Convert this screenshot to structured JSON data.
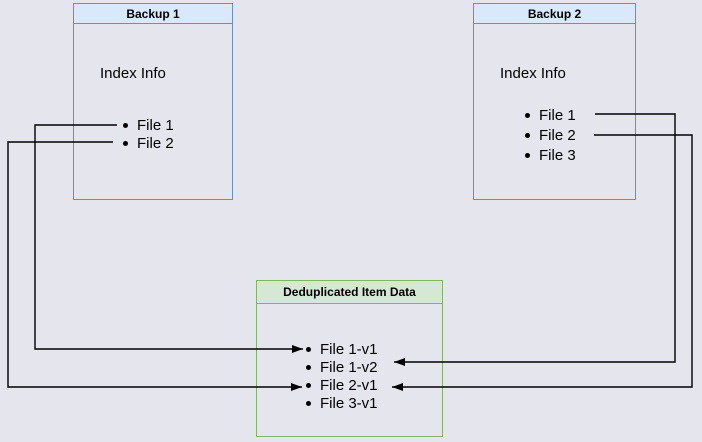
{
  "diagram": {
    "background_color": "#e5e5ee",
    "boxes": {
      "backup1": {
        "title": "Backup 1",
        "body_label": "Index Info",
        "items": [
          "File 1",
          "File 2"
        ],
        "header_fill": "#dae8fc",
        "stroke": "#6c8ebf"
      },
      "backup2": {
        "title": "Backup 2",
        "body_label": "Index Info",
        "items": [
          "File 1",
          "File 2",
          "File 3"
        ],
        "header_fill": "#dae8fc",
        "stroke": "#6c8ebf"
      },
      "dedup": {
        "title": "Deduplicated Item Data",
        "items": [
          "File 1-v1",
          "File 1-v2",
          "File 2-v1",
          "File 3-v1"
        ],
        "header_fill": "#d5e8d4",
        "stroke": "#82b366"
      }
    },
    "connections": [
      {
        "from": "Backup 1 / File 1",
        "to": "Deduplicated Item Data / File 1-v1"
      },
      {
        "from": "Backup 1 / File 2",
        "to": "Deduplicated Item Data / File 2-v1"
      },
      {
        "from": "Backup 2 / File 1",
        "to": "Deduplicated Item Data / File 1-v2"
      },
      {
        "from": "Backup 2 / File 2",
        "to": "Deduplicated Item Data / File 2-v1"
      }
    ],
    "arrow_color": "#000000"
  }
}
